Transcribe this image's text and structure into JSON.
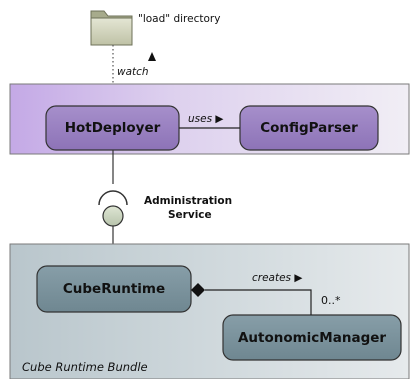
{
  "directory": {
    "label": "\"load\" directory",
    "icon": "folder-icon"
  },
  "edges": {
    "watch_label": "watch",
    "uses_label": "uses ▶",
    "creates_label": "creates ▶",
    "multiplicity": "0..*"
  },
  "plugin_bundle": {
    "hot_deployer": "HotDeployer",
    "config_parser": "ConfigParser"
  },
  "service": {
    "line1": "Administration",
    "line2": "Service"
  },
  "runtime_bundle": {
    "label": "Cube Runtime Bundle",
    "cube_runtime": "CubeRuntime",
    "autonomic_manager": "AutonomicManager"
  },
  "colors": {
    "plugin_bundle_fill": "#d9c8ec",
    "purple_box": "#9a82bf",
    "runtime_bundle_fill": "#c6d0d5",
    "teal_box": "#7a929c"
  }
}
